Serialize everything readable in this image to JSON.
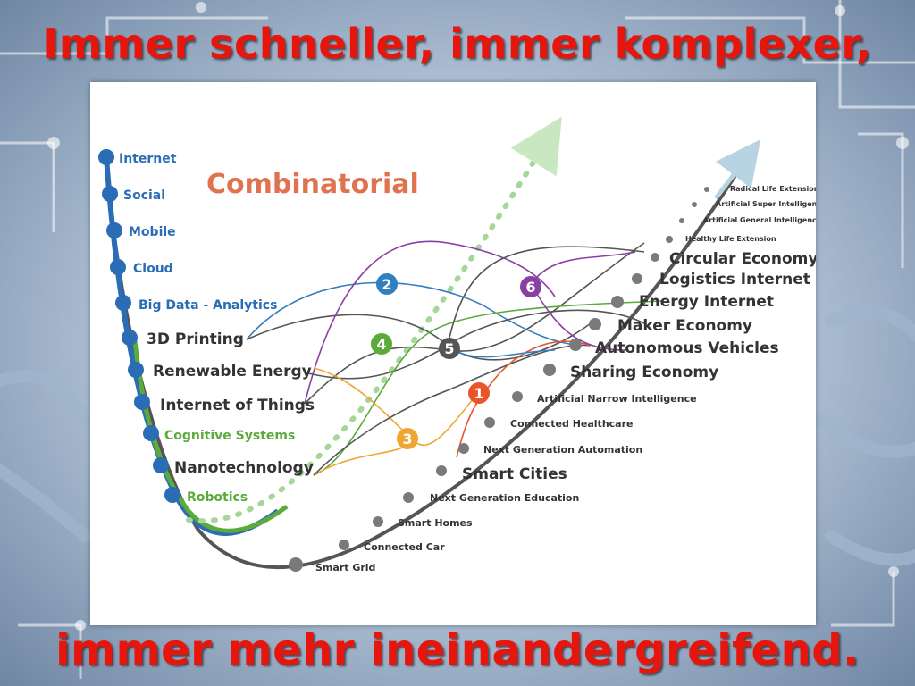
{
  "title_top": "Immer schneller, immer komplexer,",
  "title_bottom": "immer mehr ineinandergreifend.",
  "diagram": {
    "heading": "Combinatorial",
    "left_items": [
      {
        "label": "Internet",
        "color": "#2a6db5"
      },
      {
        "label": "Social",
        "color": "#2a6db5"
      },
      {
        "label": "Mobile",
        "color": "#2a6db5"
      },
      {
        "label": "Cloud",
        "color": "#2a6db5"
      },
      {
        "label": "Big Data - Analytics",
        "color": "#2a6db5"
      },
      {
        "label": "3D Printing",
        "color": "#333333"
      },
      {
        "label": "Renewable Energy",
        "color": "#333333"
      },
      {
        "label": "Internet of Things",
        "color": "#333333"
      },
      {
        "label": "Cognitive Systems",
        "color": "#5aab3a"
      },
      {
        "label": "Nanotechnology",
        "color": "#333333"
      },
      {
        "label": "Robotics",
        "color": "#5aab3a"
      }
    ],
    "right_items": [
      "Smart Grid",
      "Connected Car",
      "Smart Homes",
      "Next Generation Education",
      "Smart Cities",
      "Next Generation Automation",
      "Connected Healthcare",
      "Artificial Narrow Intelligence",
      "Sharing Economy",
      "Autonomous Vehicles",
      "Maker Economy",
      "Energy Internet",
      "Logistics Internet",
      "Circular Economy",
      "Healthy Life Extension",
      "Artificial General Intelligence",
      "Artificial Super Intelligence",
      "Radical Life Extension"
    ],
    "markers": [
      {
        "label": "1",
        "color": "#e8552a"
      },
      {
        "label": "2",
        "color": "#2f7fc1"
      },
      {
        "label": "3",
        "color": "#f0a530"
      },
      {
        "label": "4",
        "color": "#5aab3a"
      },
      {
        "label": "5",
        "color": "#555555"
      },
      {
        "label": "6",
        "color": "#8a3fa5"
      }
    ]
  }
}
